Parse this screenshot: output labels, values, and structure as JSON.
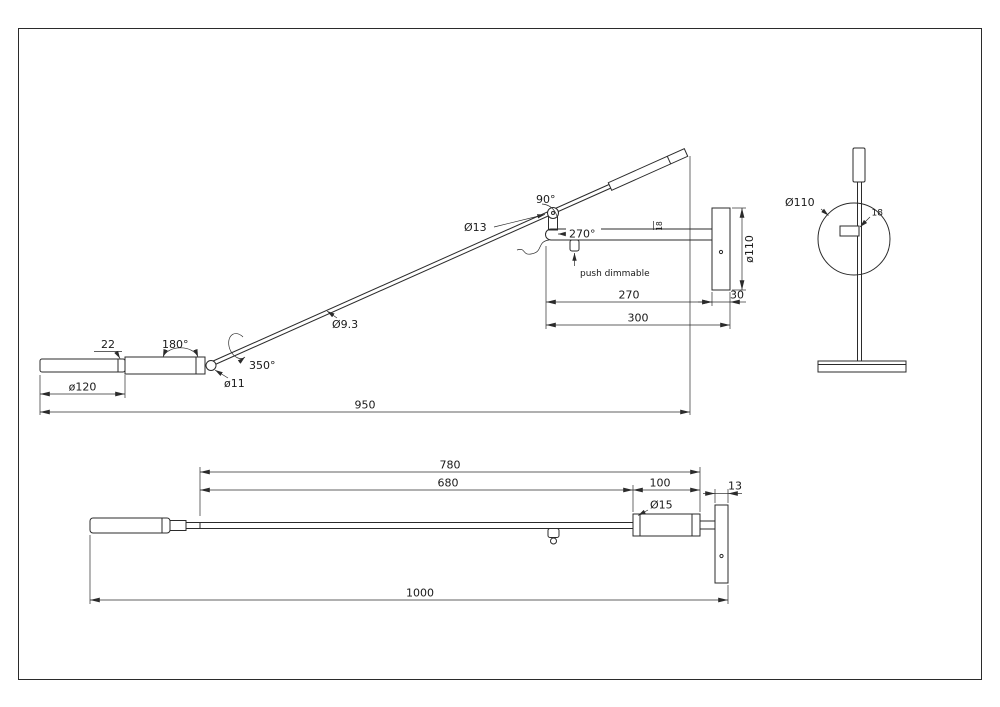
{
  "sheet": {
    "background": "#ffffff",
    "line_color": "#2b2b2b",
    "text_color": "#1a1a1a"
  },
  "side_view": {
    "labels": {
      "head_thickness": "22",
      "head_rotation": "180°",
      "rod_rotation": "350°",
      "fork_diameter": "ø11",
      "head_diameter": "ø120",
      "rod_diameter": "Ø9.3",
      "pivot_diameter": "Ø13",
      "elbow_angle": "90°",
      "arm_rotation": "270°",
      "push_dimmable": "push dimmable",
      "arm_length": "270",
      "plate_depth": "30",
      "arm_overall": "300",
      "horizontal_reach": "950",
      "plate_diameter": "ø110",
      "arm_tube_diameter": "18"
    }
  },
  "front_view": {
    "labels": {
      "plate_diameter": "Ø110",
      "arm_tube_diameter": "18"
    }
  },
  "top_view": {
    "labels": {
      "rod_length": "780",
      "rod_exposed_length": "680",
      "housing_length": "100",
      "plate_thickness": "13",
      "tube_diameter": "Ø15",
      "overall_length": "1000"
    }
  }
}
